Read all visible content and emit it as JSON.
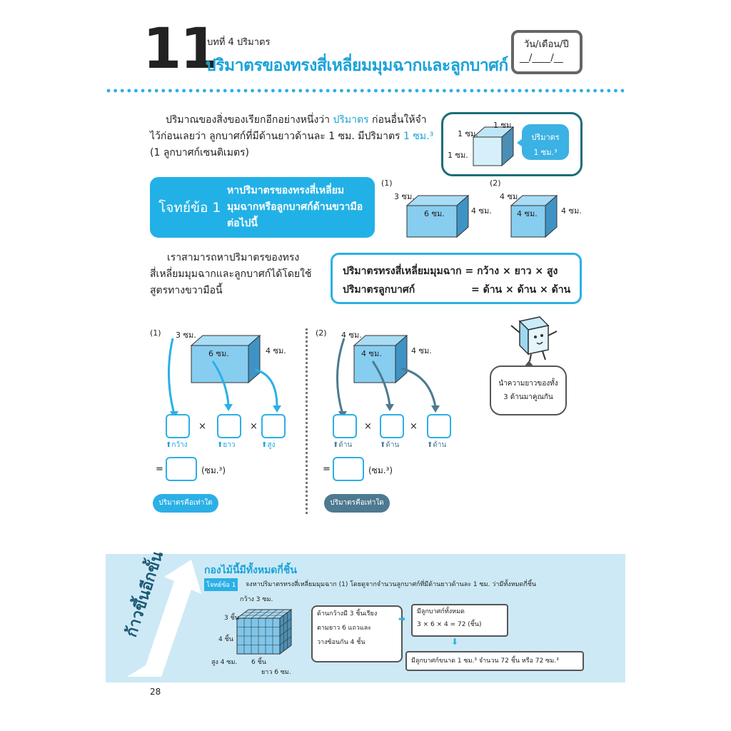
{
  "header": {
    "lesson_number": "11",
    "chapter": "บทที่ 4 ปริมาตร",
    "title": "ปริมาตรของทรงสี่เหลี่ยมมุมฉากและลูกบาศก์",
    "date_label": "วัน/เดือน/ปี",
    "date_blank": "__/____/__"
  },
  "intro": {
    "line1_a": "ปริมาณของสิ่งของเรียกอีกอย่างหนึ่งว่า ",
    "line1_hl": "ปริมาตร",
    "line1_b": " ก่อนอื่นให้จำ",
    "line2_a": "ไว้ก่อนเลยว่า ลูกบาศก์ที่มีด้านยาวด้านละ 1 ซม. มีปริมาตร ",
    "line2_hl": "1 ซม.³",
    "line3": "(1 ลูกบาศก์เซนติเมตร)"
  },
  "info_cube": {
    "top": "1 ซม.",
    "left": "1 ซม.",
    "side": "1 ซม.",
    "bubble1": "ปริมาตร",
    "bubble2": "1 ซม.³"
  },
  "question1": {
    "label": "โจทย์ข้อ 1",
    "text1": "หาปริมาตรของทรงสี่เหลี่ยม",
    "text2": "มุมฉากหรือลูกบาศก์ด้านขวามือ",
    "text3": "ต่อไปนี้"
  },
  "shapes_top": {
    "one": {
      "num": "(1)",
      "depth": "3 ซม.",
      "length": "6 ซม.",
      "height": "4 ซม."
    },
    "two": {
      "num": "(2)",
      "depth": "4 ซม.",
      "length": "4 ซม.",
      "height": "4 ซม."
    }
  },
  "explain": {
    "line1": "เราสามารถหาปริมาตรของทรง",
    "line2": "สี่เหลี่ยมมุมฉากและลูกบาศก์ได้โดยใช้",
    "line3": "สูตรทางขวามือนี้"
  },
  "formula": {
    "row1": "ปริมาตรทรงสี่เหลี่ยมมุมฉาก = กว้าง × ยาว × สูง",
    "row2_label": "ปริมาตรลูกบาศก์",
    "row2_value": "= ด้าน × ด้าน × ด้าน"
  },
  "work1": {
    "num": "(1)",
    "depth": "3 ซม.",
    "length": "6 ซม.",
    "height": "4 ซม.",
    "times": "×",
    "cap1": "กว้าง",
    "cap2": "ยาว",
    "cap3": "สูง",
    "eq": "=",
    "unit": "(ซม.³)",
    "pill": "ปริมาตรคือเท่าใด"
  },
  "work2": {
    "num": "(2)",
    "depth": "4 ซม.",
    "length": "4 ซม.",
    "height": "4 ซม.",
    "times": "×",
    "cap1": "ด้าน",
    "cap2": "ด้าน",
    "cap3": "ด้าน",
    "eq": "=",
    "unit": "(ซม.³)",
    "pill": "ปริมาตรคือเท่าใด"
  },
  "mascot_bubble": {
    "line1": "นำความยาวของทั้ง",
    "line2": "3 ด้านมาคูณกัน"
  },
  "bottom": {
    "banner": "ก้าวขึ้นอีกขั้น",
    "heading": "กองไม้นี้มีทั้งหมดกี่ชิ้น",
    "tag": "โจทย์ข้อ 1",
    "question": "จงหาปริมาตรทรงสี่เหลี่ยมมุมฉาก (1) โดยดูจากจำนวนลูกบาศก์ที่มีด้านยาวด้านละ 1 ซม. ว่ามีทั้งหมดกี่ชิ้น",
    "width_lbl": "กว้าง 3 ซม.",
    "pieces3": "3 ชิ้น",
    "pieces4": "4 ชิ้น",
    "pieces6": "6 ชิ้น",
    "height_lbl": "สูง 4 ซม.",
    "length_lbl": "ยาว 6 ซม.",
    "note1": "ด้านกว้างมี 3 ชิ้นเรียง",
    "note2": "ตามยาว 6 แถวและ",
    "note3": "วางซ้อนกัน 4 ชั้น",
    "result1": "มีลูกบาศก์ทั้งหมด",
    "result2": "3 × 6 × 4 = 72 (ชิ้น)",
    "final": "มีลูกบาศก์ขนาด 1 ซม.³ จำนวน 72 ชิ้น หรือ 72 ซม.³"
  },
  "footer": {
    "page": "28"
  },
  "colors": {
    "accent": "#1aa3d9",
    "dark_teal": "#4d7a90",
    "cube_front": "#8fd0f2",
    "cube_side": "#3f93c4"
  }
}
